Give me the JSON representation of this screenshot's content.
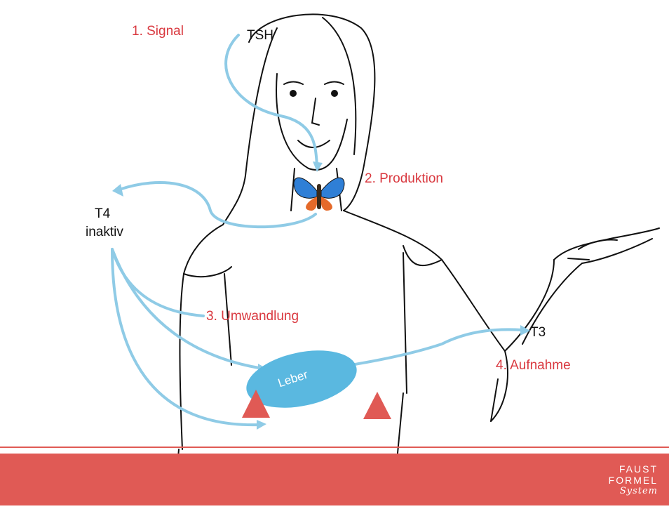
{
  "labels": {
    "signal": "1. Signal",
    "tsh": "TSH",
    "produktion": "2. Produktion",
    "t4": "T4",
    "inaktiv": "inaktiv",
    "umwandlung": "3. Umwandlung",
    "leber": "Leber",
    "t3": "T3",
    "aufnahme": "4. Aufnahme"
  },
  "brand": {
    "line1": "FAUST",
    "line2": "FORMEL",
    "line3": "System"
  },
  "colors": {
    "label_red": "#d9383f",
    "arrow_blue": "#8fcbe6",
    "liver_blue": "#5ab8e0",
    "triangle_red": "#e05a55",
    "footer_red": "#e05a55"
  }
}
